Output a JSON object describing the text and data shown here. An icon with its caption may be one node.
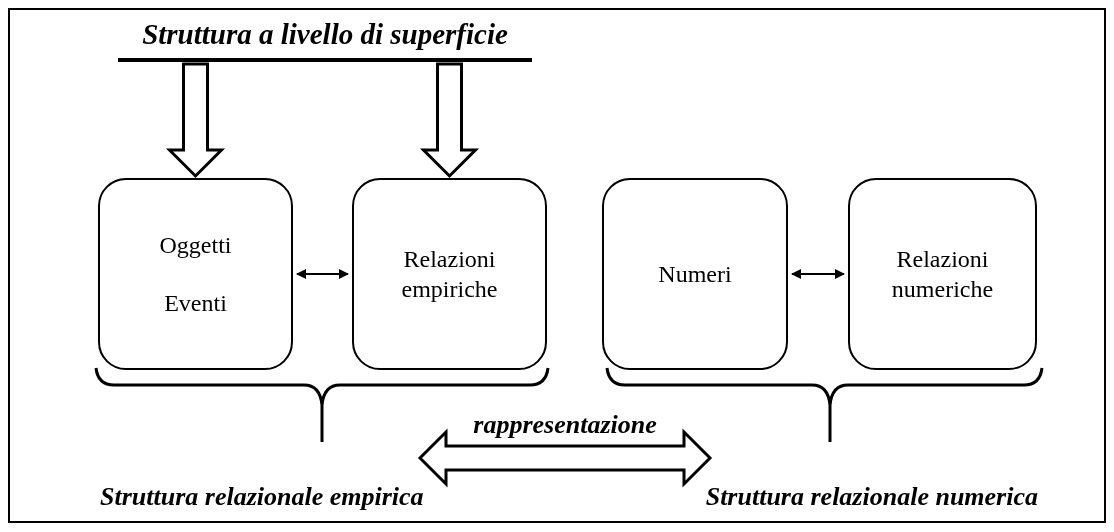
{
  "diagram": {
    "nodes": [
      {
        "text": [
          "Struttura a livello di superficie"
        ]
      },
      {
        "text": [
          "Oggetti",
          "Eventi"
        ]
      },
      {
        "text": [
          "Relazioni empiriche"
        ]
      },
      {
        "text": [
          "Numeri"
        ]
      },
      {
        "text": [
          "Relazioni numeriche"
        ]
      },
      {
        "text": [
          "Struttura relazionale empirica"
        ]
      },
      {
        "text": [
          "Struttura relazionale numerica"
        ]
      }
    ],
    "edges": [
      {
        "from": 0,
        "to": 1,
        "arrow": "to",
        "style": "thick"
      },
      {
        "from": 0,
        "to": 2,
        "arrow": "to",
        "style": "thick"
      },
      {
        "from": 1,
        "to": 2,
        "arrow": "both"
      },
      {
        "from": 3,
        "to": 4,
        "arrow": "both"
      },
      {
        "from": 5,
        "to": 6,
        "arrow": "both",
        "style": "thick",
        "label": "rappresentazione"
      }
    ]
  }
}
